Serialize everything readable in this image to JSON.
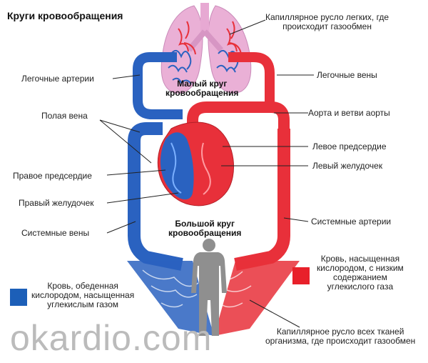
{
  "title": "Круги кровообращения",
  "labels": {
    "lung_capillaries": [
      "Капиллярное русло легких, где",
      "происходит газообмен"
    ],
    "pulmonary_arteries": "Легочные артерии",
    "pulmonary_veins": "Легочные вены",
    "vena_cava": "Полая вена",
    "aorta": "Аорта и ветви аорты",
    "left_atrium": "Левое предсердие",
    "right_atrium": "Правое предсердие",
    "left_ventricle": "Левый желудочек",
    "right_ventricle": "Правый желудочек",
    "systemic_veins": "Системные вены",
    "systemic_arteries": "Системные артерии",
    "body_capillaries": [
      "Капиллярное русло всех тканей",
      "организма, где происходит газообмен"
    ]
  },
  "loops": {
    "small": [
      "Малый круг",
      "кровообращения"
    ],
    "large": [
      "Большой круг",
      "кровообращения"
    ]
  },
  "legend": {
    "oxygenated": {
      "color": "#e8202a",
      "text": [
        "Кровь, насыщенная",
        "кислородом, с низким",
        "содержанием",
        "углекислого газа"
      ]
    },
    "deoxygenated": {
      "color": "#1c5fb8",
      "text": [
        "Кровь, обеденная",
        "кислородом, насыщенная",
        "углекислым газом"
      ]
    }
  },
  "watermark": "okardio.com",
  "colors": {
    "red": "#e8303a",
    "blue": "#2a62c0",
    "lung": "#e7a9d3"
  }
}
